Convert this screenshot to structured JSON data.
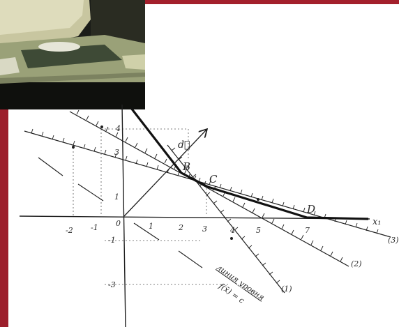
{
  "colors": {
    "frame_red": "#a3202c",
    "ink": "#1f1f1f",
    "paper": "#ffffff",
    "monitor_beige": "#c9c7a4",
    "desk_green": "#3b4a32"
  },
  "photo": {
    "subject": "computer-monitor-on-desk-photo"
  },
  "axes": {
    "x_label": "x₁",
    "x_ticks": [
      "-2",
      "-1",
      "0",
      "1",
      "2",
      "3",
      "4",
      "5",
      "7"
    ],
    "y_ticks": [
      "4",
      "3",
      "1",
      "-1",
      "-3"
    ]
  },
  "points": {
    "B": "B",
    "C": "C",
    "D": "D"
  },
  "vector_label": "d⃗",
  "constraint_labels": {
    "c1": "(1)",
    "c2": "(2)",
    "c3": "(3)"
  },
  "level_line_label": {
    "line1": "линия уровня",
    "line2": "f(x̄) = c"
  }
}
